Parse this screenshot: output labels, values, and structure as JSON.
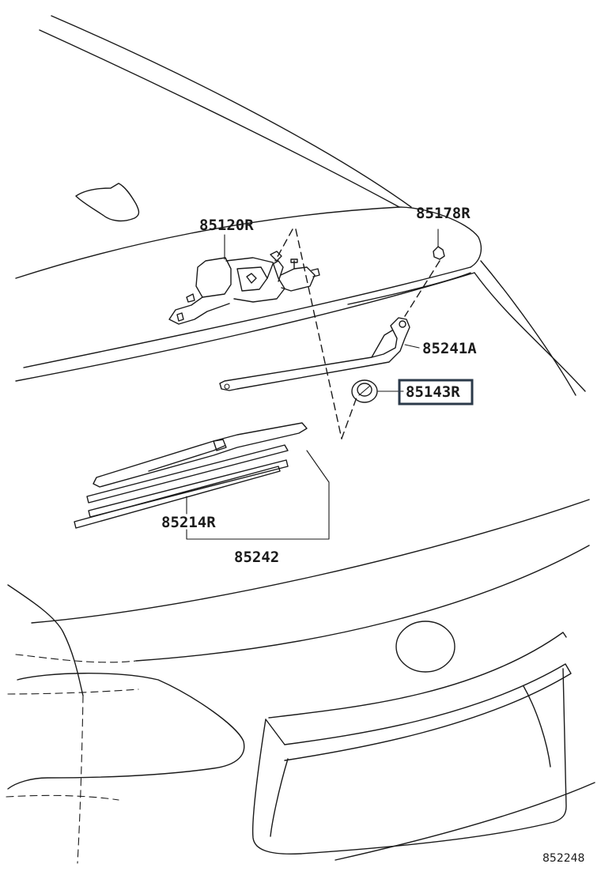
{
  "parts": {
    "p85120r": "85120R",
    "p85178r": "85178R",
    "p85241a": "85241A",
    "p85143r": "85143R",
    "p85214r": "85214R",
    "p85242": "85242"
  },
  "highlighted_part": "85143R",
  "diagram_code": "852248",
  "colors": {
    "line": "#1a1a1a",
    "highlight_box": "#2b3a4a",
    "background": "#ffffff"
  }
}
